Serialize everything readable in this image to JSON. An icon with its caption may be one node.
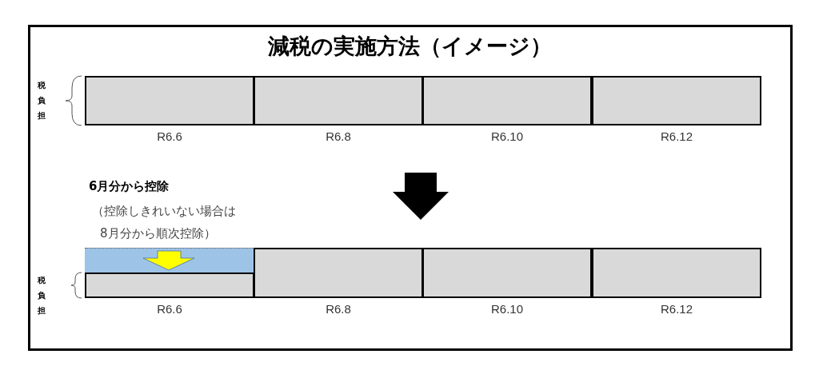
{
  "diagram": {
    "title": "減税の実施方法（イメージ）",
    "nodes": [
      {
        "text": [],
        "shape": "bar",
        "beside": [
          "R6.6"
        ]
      },
      {
        "text": [],
        "shape": "bar",
        "beside": [
          "R6.8"
        ]
      },
      {
        "text": [],
        "shape": "bar",
        "beside": [
          "R6.10"
        ]
      },
      {
        "text": [],
        "shape": "bar",
        "beside": [
          "R6.12"
        ]
      },
      {
        "text": [],
        "shape": "box"
      },
      {
        "text": [],
        "shape": "bar",
        "beside": [
          "R6.8"
        ]
      },
      {
        "text": [],
        "shape": "bar",
        "beside": [
          "R6.10"
        ]
      },
      {
        "text": [],
        "shape": "bar",
        "beside": [
          "R6.12"
        ]
      },
      {
        "text": [],
        "shape": "bar",
        "beside": [
          "R6.6"
        ]
      }
    ],
    "labels": [
      "税負担",
      "6月分から控除",
      "（控除しきれいない場合は",
      "8月分から順次控除）",
      "税負担"
    ]
  }
}
